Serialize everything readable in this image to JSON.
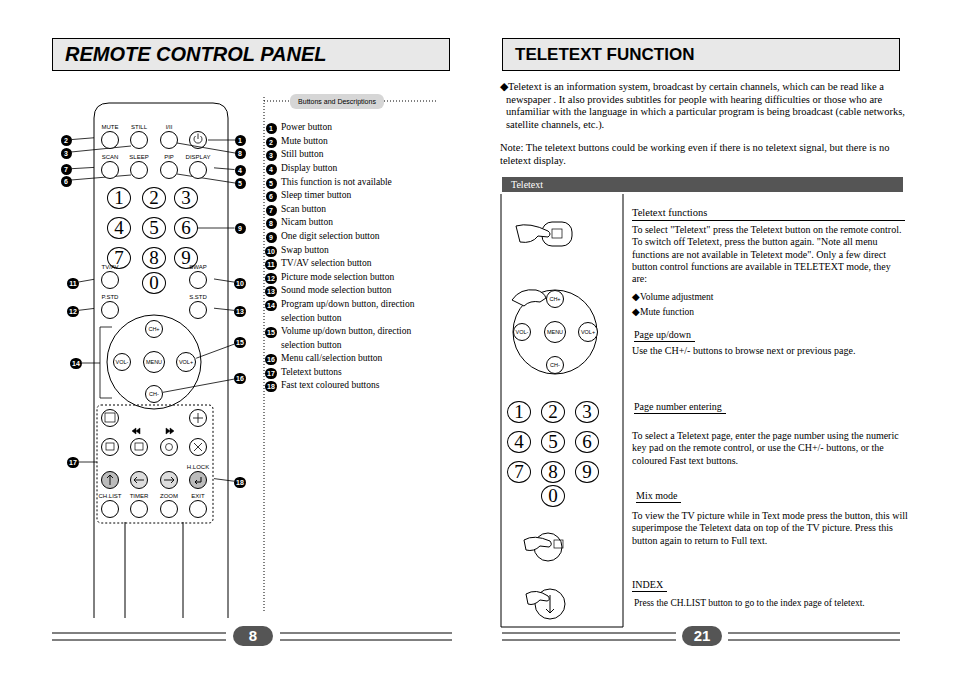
{
  "diagram": {
    "nodes": [
      {
        "text": [
          "REMOTE CONTROL PANEL"
        ]
      },
      {
        "text": [
          "Buttons and Descriptions"
        ]
      },
      {
        "text": [
          "MUTE"
        ]
      },
      {
        "text": [
          "STILL"
        ]
      },
      {
        "text": [
          "I/II"
        ]
      },
      {
        "text": [
          "SCAN"
        ]
      },
      {
        "text": [
          "SLEEP"
        ]
      },
      {
        "text": [
          "PIP"
        ]
      },
      {
        "text": [
          "DISPLAY"
        ]
      },
      {
        "text": [
          "1"
        ]
      },
      {
        "text": [
          "2"
        ]
      },
      {
        "text": [
          "3"
        ]
      },
      {
        "text": [
          "4"
        ]
      },
      {
        "text": [
          "5"
        ]
      },
      {
        "text": [
          "6"
        ]
      },
      {
        "text": [
          "7"
        ]
      },
      {
        "text": [
          "8"
        ]
      },
      {
        "text": [
          "9"
        ]
      },
      {
        "text": [
          "0"
        ]
      },
      {
        "text": [
          "TV/AV"
        ]
      },
      {
        "text": [
          "SWAP"
        ]
      },
      {
        "text": [
          "P.STD"
        ]
      },
      {
        "text": [
          "S.STD"
        ]
      },
      {
        "text": [
          "CH+"
        ]
      },
      {
        "text": [
          "VOL-"
        ]
      },
      {
        "text": [
          "MENU"
        ]
      },
      {
        "text": [
          "VOL+"
        ]
      },
      {
        "text": [
          "CH-"
        ]
      },
      {
        "text": [
          "H.LOCK"
        ]
      },
      {
        "text": [
          "CH.LIST"
        ]
      },
      {
        "text": [
          "TIMER"
        ]
      },
      {
        "text": [
          "ZOOM"
        ]
      },
      {
        "text": [
          "EXIT"
        ]
      },
      {
        "text": [
          "2"
        ]
      },
      {
        "text": [
          "3"
        ]
      },
      {
        "text": [
          "7"
        ]
      },
      {
        "text": [
          "6"
        ]
      },
      {
        "text": [
          "1"
        ]
      },
      {
        "text": [
          "8"
        ]
      },
      {
        "text": [
          "4"
        ]
      },
      {
        "text": [
          "5"
        ]
      },
      {
        "text": [
          "9"
        ]
      },
      {
        "text": [
          "11"
        ]
      },
      {
        "text": [
          "10"
        ]
      },
      {
        "text": [
          "12"
        ]
      },
      {
        "text": [
          "13"
        ]
      },
      {
        "text": [
          "14"
        ]
      },
      {
        "text": [
          "15"
        ]
      },
      {
        "text": [
          "16"
        ]
      },
      {
        "text": [
          "17"
        ]
      },
      {
        "text": [
          "18"
        ]
      },
      {
        "text": [
          "1"
        ]
      },
      {
        "text": [
          "2"
        ]
      },
      {
        "text": [
          "3"
        ]
      },
      {
        "text": [
          "4"
        ]
      },
      {
        "text": [
          "5"
        ]
      },
      {
        "text": [
          "6"
        ]
      },
      {
        "text": [
          "7"
        ]
      },
      {
        "text": [
          "8"
        ]
      },
      {
        "text": [
          "9"
        ]
      },
      {
        "text": [
          "10"
        ]
      },
      {
        "text": [
          "11"
        ]
      },
      {
        "text": [
          "12"
        ]
      },
      {
        "text": [
          "13"
        ]
      },
      {
        "text": [
          "14"
        ]
      },
      {
        "text": [
          "15"
        ]
      },
      {
        "text": [
          "16"
        ]
      },
      {
        "text": [
          "17"
        ]
      },
      {
        "text": [
          "18"
        ]
      },
      {
        "text": [
          "8"
        ]
      },
      {
        "text": [
          "TELETEXT FUNCTION"
        ]
      },
      {
        "text": [
          "Teletext"
        ]
      },
      {
        "text": [
          "CH+"
        ]
      },
      {
        "text": [
          "VOL-"
        ]
      },
      {
        "text": [
          "MENU"
        ]
      },
      {
        "text": [
          "VOL+"
        ]
      },
      {
        "text": [
          "CH-"
        ]
      },
      {
        "text": [
          "1"
        ]
      },
      {
        "text": [
          "2"
        ]
      },
      {
        "text": [
          "3"
        ]
      },
      {
        "text": [
          "4"
        ]
      },
      {
        "text": [
          "5"
        ]
      },
      {
        "text": [
          "6"
        ]
      },
      {
        "text": [
          "7"
        ]
      },
      {
        "text": [
          "8"
        ]
      },
      {
        "text": [
          "9"
        ]
      },
      {
        "text": [
          "0"
        ]
      },
      {
        "text": [
          "21"
        ]
      }
    ],
    "edges": [
      {
        "from": 33,
        "to": 2,
        "arrow": "none"
      },
      {
        "from": 35,
        "to": 5,
        "arrow": "none"
      },
      {
        "from": 39,
        "to": 8,
        "arrow": "none"
      },
      {
        "from": 41,
        "to": 14,
        "arrow": "none"
      },
      {
        "from": 42,
        "to": 19,
        "arrow": "none"
      },
      {
        "from": 43,
        "to": 20,
        "arrow": "none"
      },
      {
        "from": 44,
        "to": 21,
        "arrow": "none"
      },
      {
        "from": 45,
        "to": 22,
        "arrow": "none"
      },
      {
        "from": 47,
        "to": 26,
        "arrow": "none"
      },
      {
        "from": 48,
        "to": 27,
        "arrow": "none"
      },
      {
        "from": 50,
        "to": 28,
        "arrow": "none"
      }
    ],
    "labels": [
      "Power button",
      "Mute button",
      "Still button",
      "Display button",
      "This function is not available",
      "Sleep timer button",
      "Scan button",
      "Nicam button",
      "One digit selection button",
      "Swap button",
      "TV/AV selection button",
      "Picture mode selection button",
      "Sound mode selection button",
      "Program up/down button, direction selection button",
      "Volume up/down button, direction selection button",
      "Menu call/selection button",
      "Teletext buttons",
      "Fast text coloured buttons",
      "◆Teletext is an information system, broadcast by certain channels, which can be read like a newspaper . It also provides subtitles for people with hearing difficulties or those who are unfamiliar with the language in which a particular program is being broadcast (cable networks, satellite channels, etc.).",
      "Note: The teletext buttons could be working even if there is no teletext signal, but there is no teletext display.",
      "Teletext functions",
      "To select \"Teletext\" press the Teletext button on the remote control. To switch off Teletext, press the button again. \"Note all menu functions are not available in Teletext mode\". Only a few direct button control functions are available in TELETEXT mode, they are:",
      "◆Volume adjustment",
      "◆Mute function",
      "Page up/down",
      "Use the CH+/- buttons to browse next or previous page.",
      "Page number entering",
      "To select a Teletext page, enter the page number using the numeric key pad on the remote control, or use the CH+/- buttons, or the coloured Fast text buttons.",
      "Mix mode",
      "To view the TV picture while in Text mode press the button, this will superimpose the Teletext data on top of the TV picture. Press this button again to return to Full text.",
      "INDEX",
      "Press the CH.LIST button to go to the index page of teletext."
    ]
  }
}
